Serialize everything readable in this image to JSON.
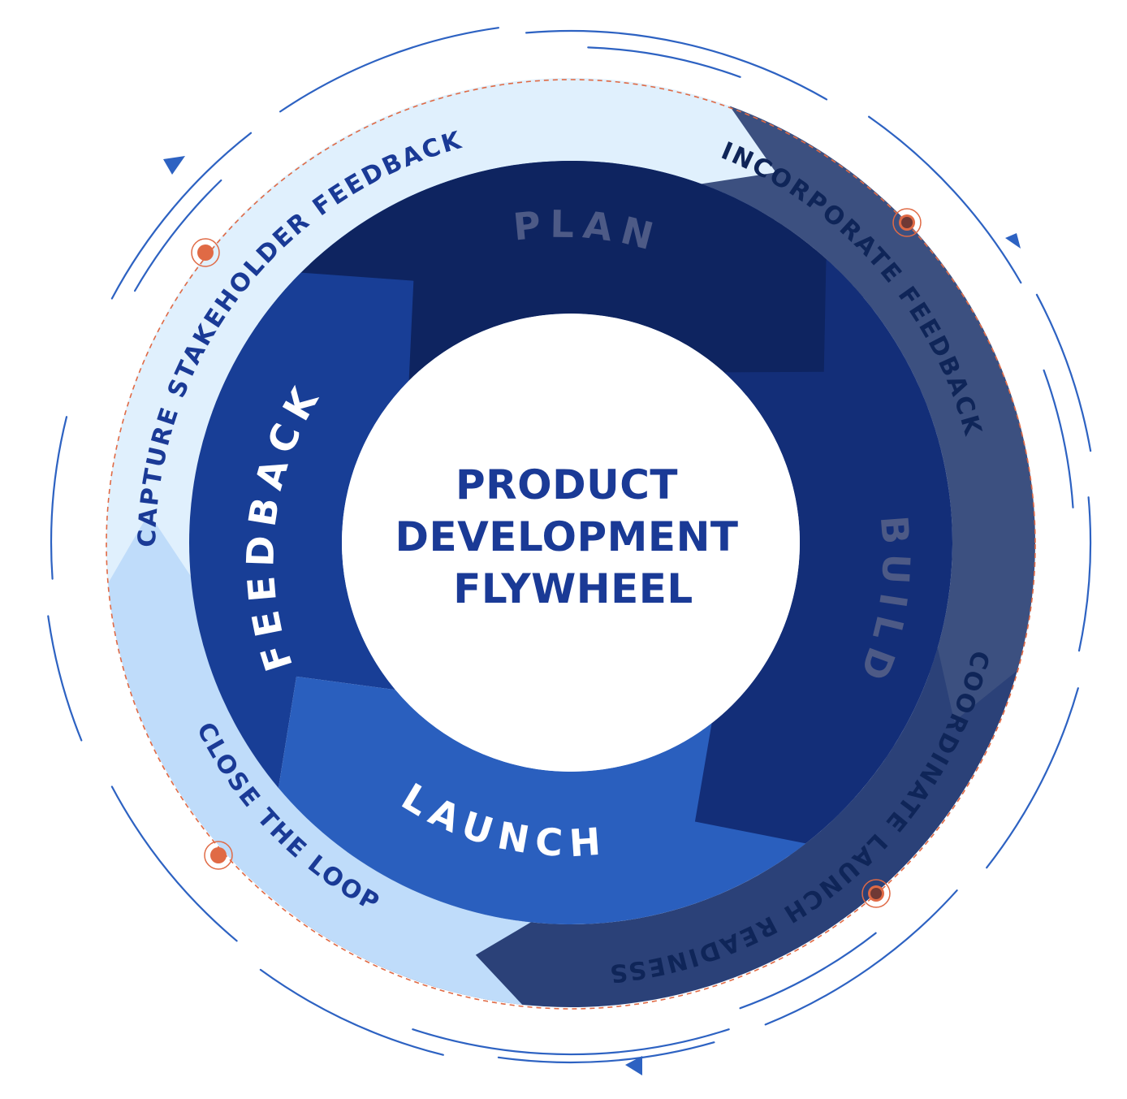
{
  "center": {
    "line1": "PRODUCT",
    "line2": "DEVELOPMENT",
    "line3": "FLYWHEEL"
  },
  "inner_segments": {
    "plan": "PLAN",
    "build": "BUILD",
    "launch": "LAUNCH",
    "feedback": "FEEDBACK"
  },
  "outer_segments": {
    "capture": "CAPTURE STAKEHOLDER FEEDBACK",
    "incorporate": "INCORPORATE FEEDBACK",
    "coordinate": "COORDINATE LAUNCH READINESS",
    "close": "CLOSE THE LOOP"
  },
  "colors": {
    "plan": "#0e2460",
    "build": "#132e78",
    "launch": "#2a5fbe",
    "feedback": "#183e96",
    "outer_light": "#e0f0fd",
    "outer_light2": "#bfdcfa",
    "outer_dark": "#3c5080",
    "outer_dark2": "#2b4178",
    "center_text": "#1a3a96",
    "muted_label": "#4d5a86",
    "accent_dot": "#e06a45",
    "arrow_line": "#2d62c2"
  },
  "icons": {
    "orbit_arrow": "arrowhead-icon",
    "node_marker": "dot-marker-icon"
  }
}
